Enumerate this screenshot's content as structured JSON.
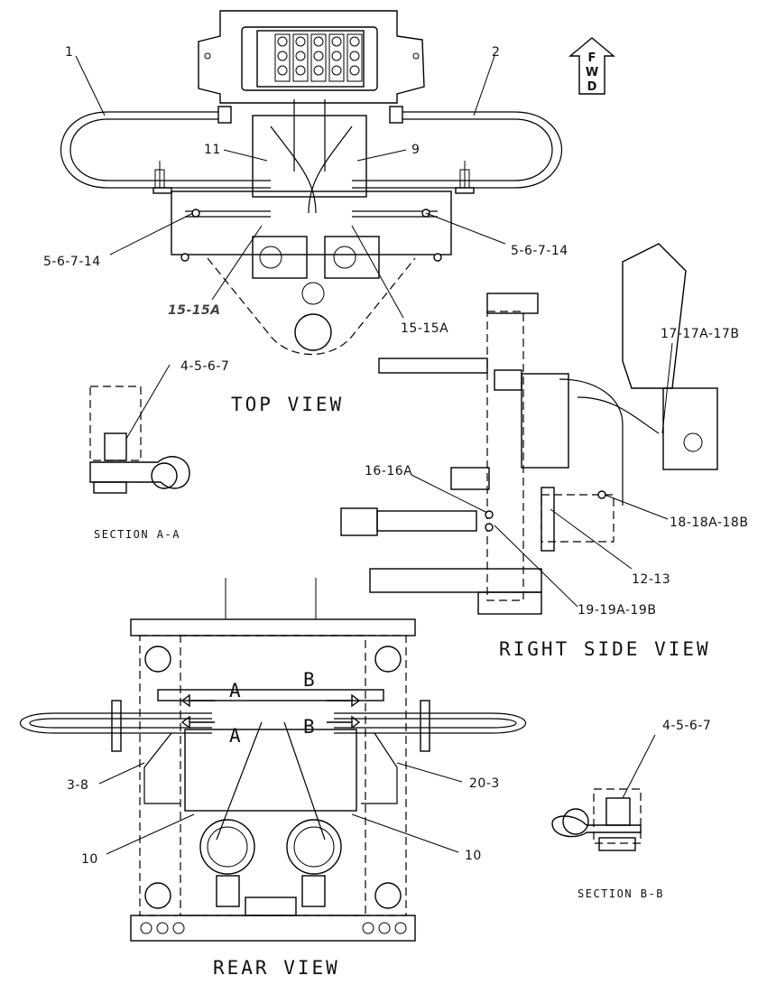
{
  "views": {
    "top": "TOP VIEW",
    "right_side": "RIGHT SIDE VIEW",
    "rear": "REAR VIEW",
    "section_aa": "SECTION A-A",
    "section_bb": "SECTION B-B"
  },
  "fwd_arrow": {
    "label": "FWD"
  },
  "callouts": {
    "c1": "1",
    "c2": "2",
    "c11": "11",
    "c9": "9",
    "c5_left": "5-6-7-14",
    "c5_right": "5-6-7-14",
    "c15_left": "15-15A",
    "c15_right": "15-15A",
    "c4_aa": "4-5-6-7",
    "c4_bb": "4-5-6-7",
    "c17": "17-17A-17B",
    "c16": "16-16A",
    "c18": "18-18A-18B",
    "c12": "12-13",
    "c19": "19-19A-19B",
    "c3_8": "3-8",
    "c20_3": "20-3",
    "c10_left": "10",
    "c10_right": "10"
  },
  "section_markers": {
    "a_upper": "A",
    "a_lower": "A",
    "b_upper": "B",
    "b_lower": "B"
  }
}
